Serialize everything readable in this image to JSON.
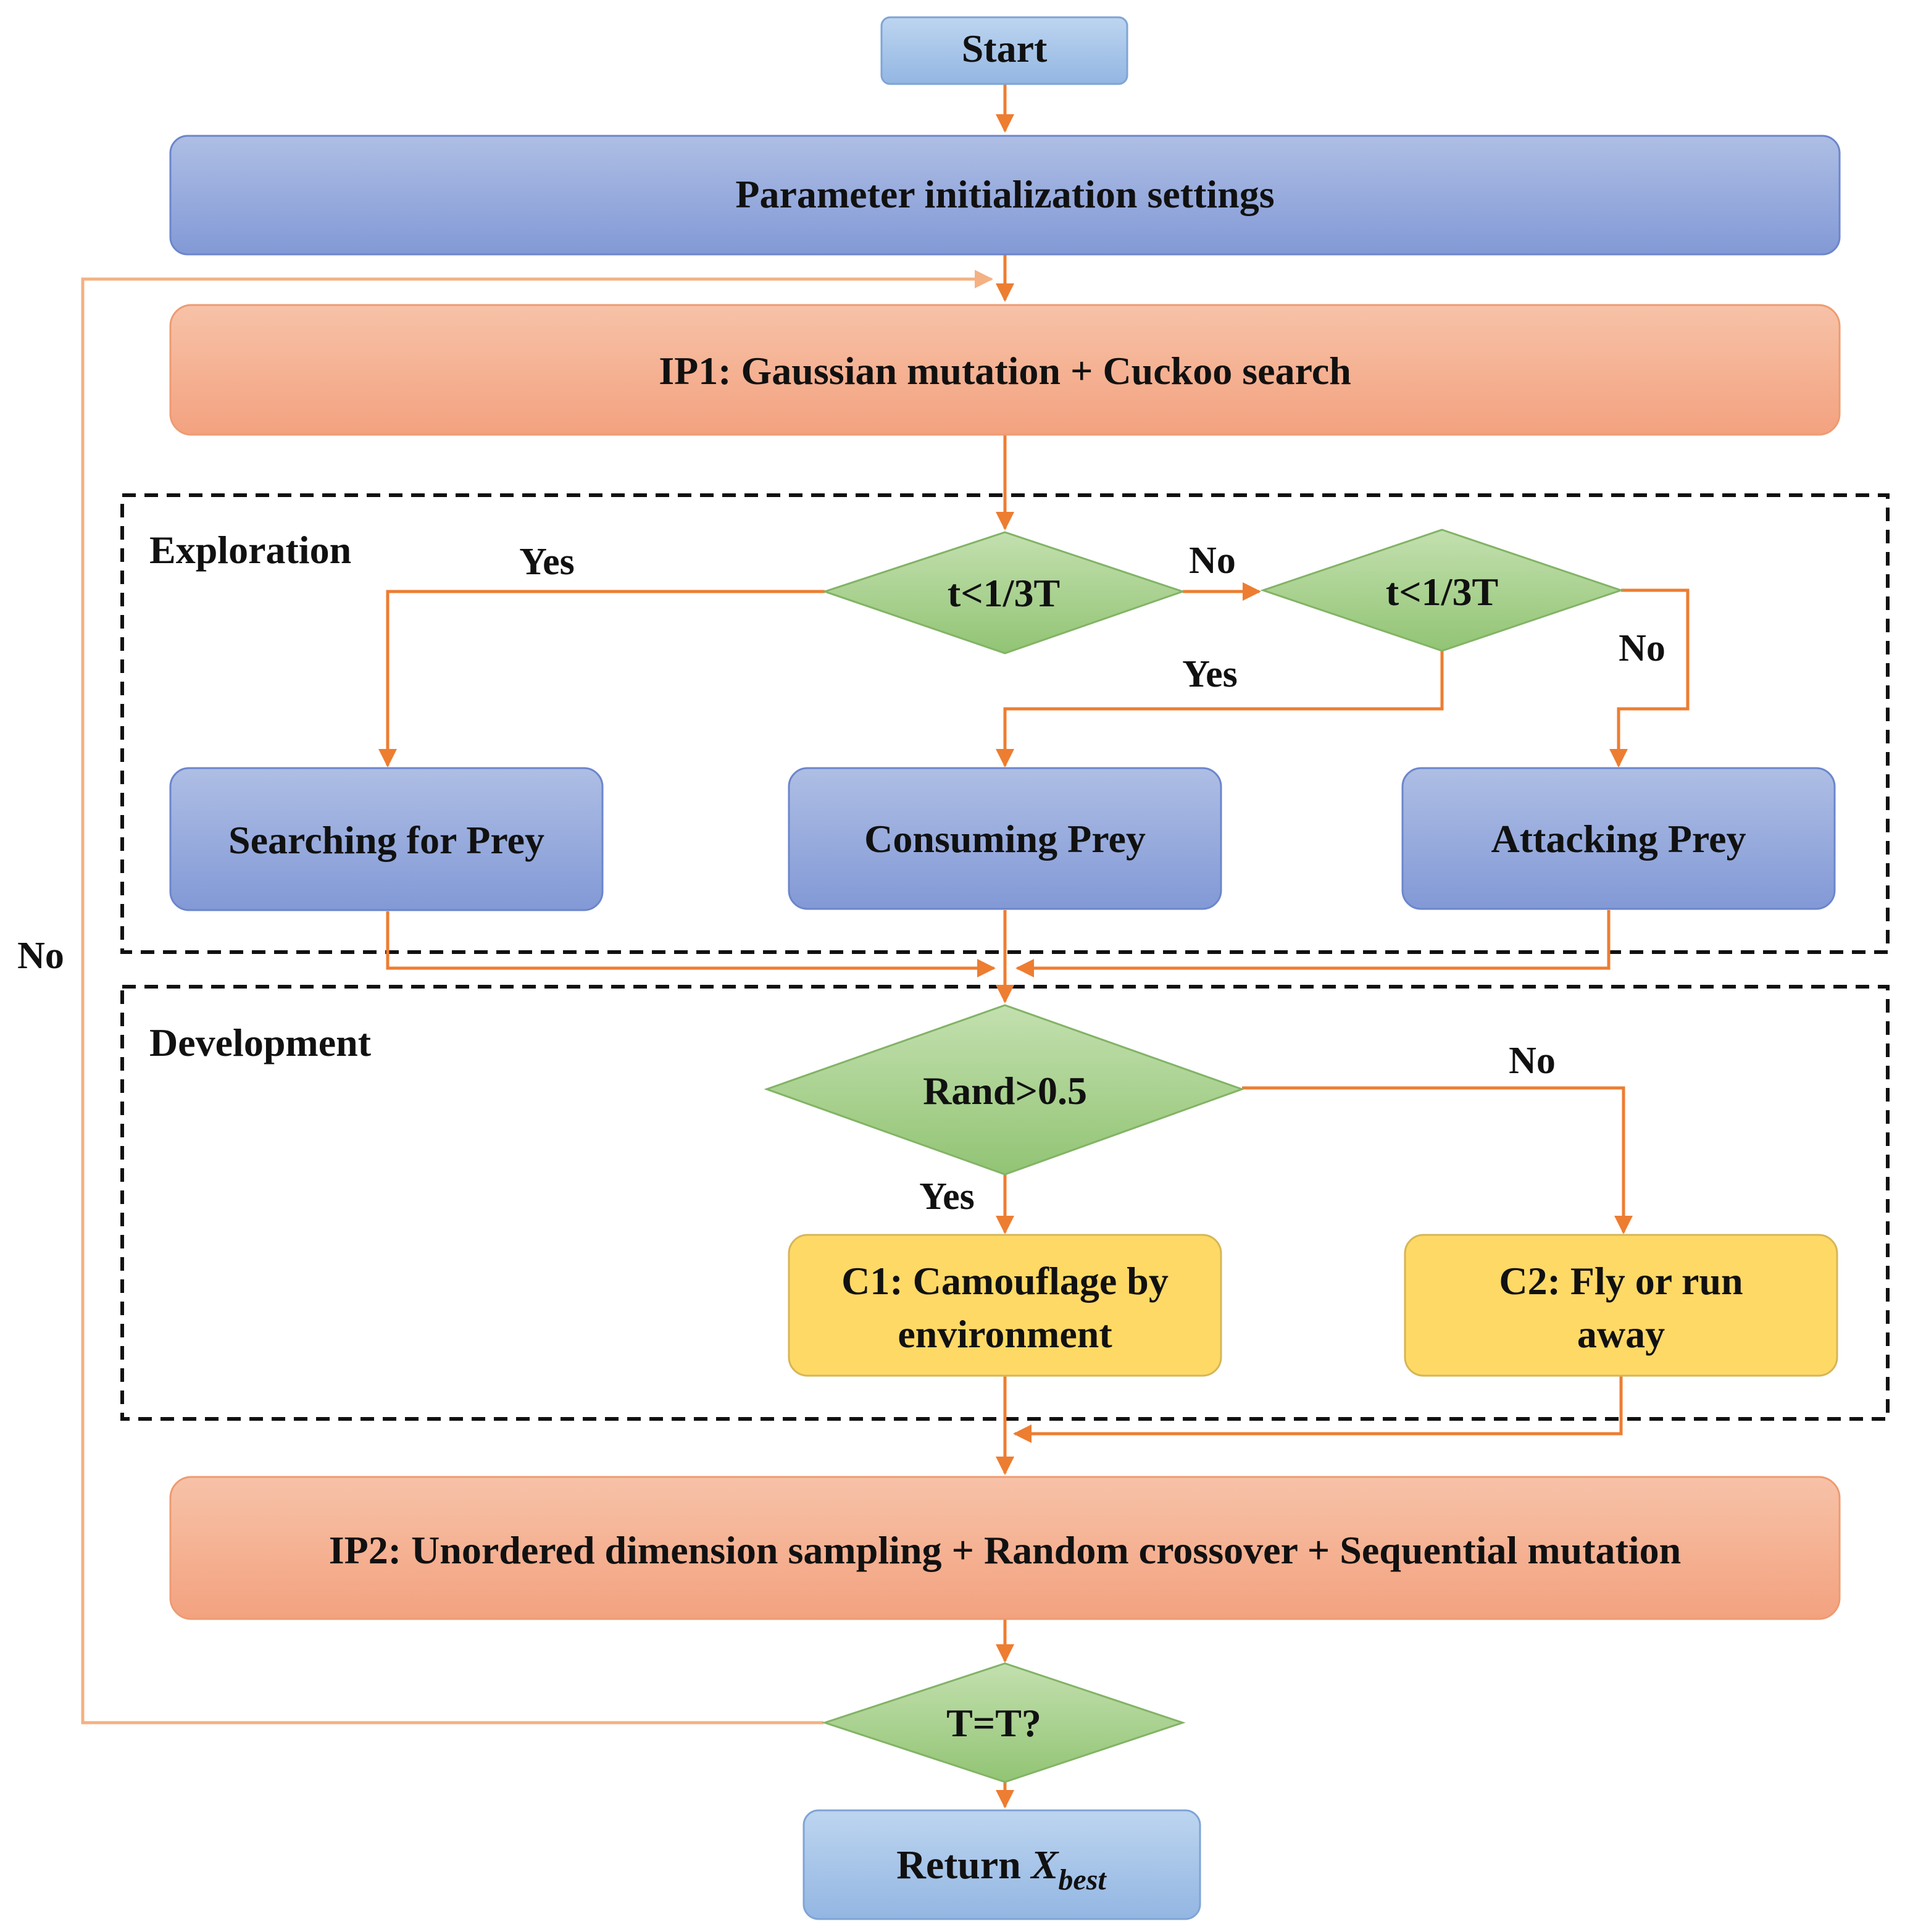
{
  "colors": {
    "arrow": "#ED7D31",
    "loop_line": "#F4B183",
    "blue_box": "#8FA8DC",
    "orange_box": "#F5AE8D",
    "green_diamond": "#A9D18E",
    "yellow_box": "#FFD966",
    "light_blue_box": "#A7C5E8"
  },
  "nodes": {
    "start": "Start",
    "init": "Parameter initialization settings",
    "ip1": "IP1: Gaussian mutation + Cuckoo search",
    "decision1": "t<1/3T",
    "decision2": "t<1/3T",
    "searching": "Searching for Prey",
    "consuming": "Consuming Prey",
    "attacking": "Attacking Prey",
    "rand": "Rand>0.5",
    "c1_line1": "C1: Camouflage by",
    "c1_line2": "environment",
    "c2_line1": "C2: Fly or run",
    "c2_line2": "away",
    "ip2": "IP2: Unordered dimension sampling + Random crossover + Sequential mutation",
    "terminate": "T=T?",
    "return_text": "Return ",
    "return_var": "X",
    "return_sub": "best"
  },
  "regions": {
    "exploration": "Exploration",
    "development": "Development"
  },
  "edge_labels": {
    "d1_yes": "Yes",
    "d1_no": "No",
    "d2_yes": "Yes",
    "d2_no": "No",
    "rand_yes": "Yes",
    "rand_no": "No",
    "loop_no": "No"
  }
}
